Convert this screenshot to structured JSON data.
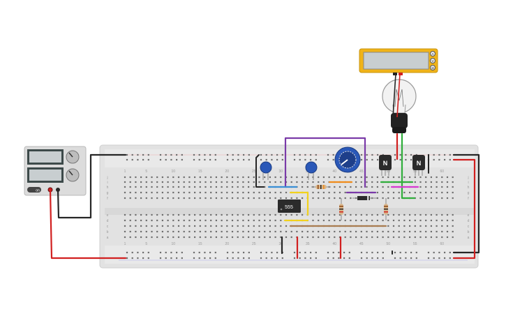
{
  "ui": {
    "canvas_name": "circuit-canvas",
    "ic_label": "555",
    "transistor_label": "N",
    "power_supply": {
      "on_button": "on"
    },
    "multimeter": {
      "dial_labels": [
        "A",
        "V",
        "Ω"
      ]
    }
  },
  "breadboard": {
    "top_columns": [
      "1",
      "5",
      "10",
      "15",
      "20",
      "25",
      "30",
      "35",
      "40",
      "45",
      "50",
      "55",
      "60"
    ],
    "bottom_columns": [
      "1",
      "5",
      "10",
      "15",
      "20",
      "25",
      "30",
      "35",
      "40",
      "45",
      "50",
      "55",
      "60"
    ],
    "top_rows": [
      "j",
      "i",
      "h",
      "g",
      "f"
    ],
    "bottom_rows": [
      "e",
      "d",
      "c",
      "b",
      "a"
    ]
  },
  "colors": {
    "wire_red": "#d11f1f",
    "wire_black": "#262626",
    "wire_purple": "#7a3aa8",
    "wire_blue": "#3a8fd6",
    "wire_yellow": "#f2d21d",
    "wire_orange": "#f08c1a",
    "wire_green": "#2fae3b",
    "wire_magenta": "#d63ad0",
    "wire_brown": "#a97c50",
    "board": "#e4e4e4",
    "meter_frame": "#f0b318"
  }
}
